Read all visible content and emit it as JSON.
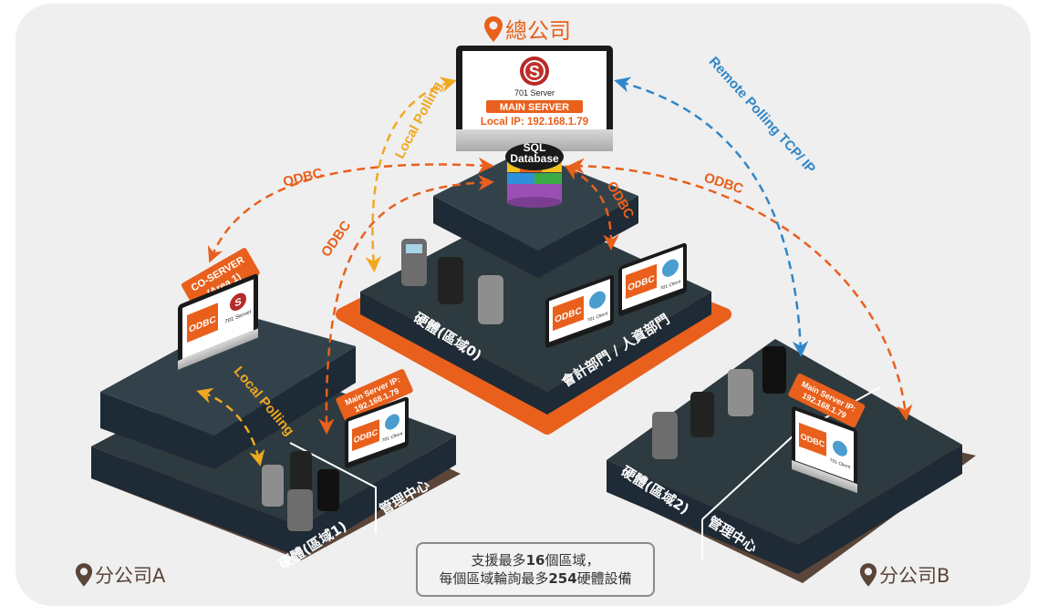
{
  "colors": {
    "orange": "#e8601c",
    "blue": "#2f86c8",
    "amber": "#f0a820",
    "dark_platform": "#2d3a3f",
    "dark_side": "#1e2a35",
    "brown_location": "#5a4538",
    "panel_bg": "#efefef"
  },
  "headquarters": {
    "location_label": "總公司",
    "location_icon": "map-pin-icon",
    "server": {
      "logo_icon": "soyal-s-logo-icon",
      "app_name": "701 Server",
      "badge": "MAIN SERVER",
      "ip_text": "Local IP: 192.168.1.79"
    },
    "database_label_line1": "SQL",
    "database_label_line2": "Database",
    "hardware_label": "硬體(區域0)",
    "departments_label": "會計部門 / 人資部門",
    "client_monitors": [
      {
        "odbc": "ODBC",
        "app": "701 Client"
      },
      {
        "odbc": "ODBC",
        "app": "701 Client"
      }
    ]
  },
  "branch_a": {
    "location_label": "分公司A",
    "co_server_tag_line1": "CO-SERVER",
    "co_server_tag_line2": "(Area 1)",
    "co_server_odbc": "ODBC",
    "co_server_app": "701 Server",
    "client_tag_line1": "Main Server IP:",
    "client_tag_line2": "192.168.1.79",
    "client_odbc": "ODBC",
    "client_app": "701 Client",
    "hardware_label": "硬體(區域1)",
    "mgmt_label": "管理中心"
  },
  "branch_b": {
    "location_label": "分公司B",
    "client_tag_line1": "Main Server IP:",
    "client_tag_line2": "192.168.1.79",
    "client_odbc": "ODBC",
    "client_app": "701 Client",
    "hardware_label": "硬體(區域2)",
    "mgmt_label": "管理中心"
  },
  "connections": {
    "odbc": "ODBC",
    "local_polling": "Local Polling",
    "remote_polling": "Remote Polling TCP/ IP"
  },
  "note": {
    "line1_pre": "支援最多",
    "line1_num": "16",
    "line1_post": "個區域，",
    "line2_pre": "每個區域輪詢最多",
    "line2_num": "254",
    "line2_post": "硬體設備"
  }
}
